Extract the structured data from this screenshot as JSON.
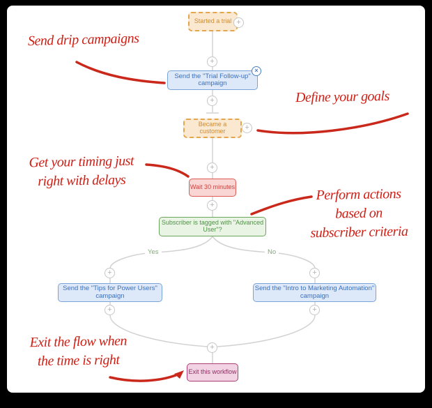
{
  "flow": {
    "nodes": {
      "trigger_started_trial": {
        "label": "Started a trial"
      },
      "send_trial_followup": {
        "label": "Send the \"Trial Follow-up\" campaign"
      },
      "goal_became_customer": {
        "label": "Became a customer"
      },
      "wait_delay": {
        "label": "Wait 30 minutes"
      },
      "condition_tagged": {
        "label": "Subscriber is tagged with \"Advanced User\"?"
      },
      "send_tips": {
        "label": "Send the \"Tips for Power Users\" campaign"
      },
      "send_intro": {
        "label": "Send the \"Intro to Marketing Automation\" campaign"
      },
      "exit_workflow": {
        "label": "Exit this workflow"
      }
    },
    "branch_labels": {
      "yes": "Yes",
      "no": "No"
    },
    "icons": {
      "add": "+",
      "close": "×"
    }
  },
  "annotations": {
    "drip": "Send drip campaigns",
    "goals": "Define your goals",
    "timing_line1": "Get your timing just",
    "timing_line2": "right with delays",
    "actions_line1": "Perform actions",
    "actions_line2": "based on",
    "actions_line3": "subscriber criteria",
    "exit_line1": "Exit the flow when",
    "exit_line2": "the time is right"
  },
  "colors": {
    "annotation_red": "#cf1f15",
    "connector_gray": "#d2d2d2",
    "trigger_border": "#e2a64e",
    "action_border": "#7aa3d8",
    "delay_border": "#dd5b55",
    "condition_border": "#69a65c",
    "exit_border": "#a83d77",
    "frame": "#000000",
    "surface": "#ffffff"
  }
}
